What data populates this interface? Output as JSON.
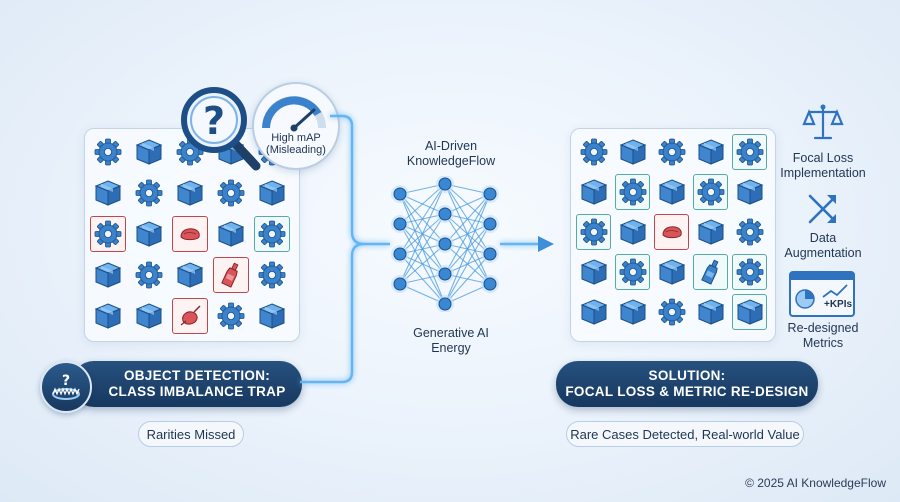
{
  "left_panel": {
    "title_line1": "OBJECT DETECTION:",
    "title_line2": "CLASS IMBALANCE TRAP",
    "tag": "Rarities Missed",
    "gauge_line1": "High mAP",
    "gauge_line2": "(Misleading)",
    "grid": [
      [
        "gear",
        "box",
        "gear",
        "box",
        "gear"
      ],
      [
        "box",
        "gear",
        "box",
        "gear",
        "box"
      ],
      [
        "gear-r",
        "box",
        "rare-r",
        "box",
        "gear-t"
      ],
      [
        "box",
        "gear",
        "box",
        "bottle-r",
        "gear"
      ],
      [
        "box",
        "box",
        "rare2-r",
        "gear",
        "box"
      ]
    ]
  },
  "center": {
    "top_line1": "AI-Driven",
    "top_line2": "KnowledgeFlow",
    "bottom_line1": "Generative AI",
    "bottom_line2": "Energy"
  },
  "right_panel": {
    "title_line1": "SOLUTION:",
    "title_line2": "FOCAL LOSS & METRIC RE-DESIGN",
    "tag": "Rare Cases Detected, Real-world Value",
    "grid": [
      [
        "gear",
        "box",
        "gear",
        "box",
        "gear-t"
      ],
      [
        "box",
        "gear-t",
        "box",
        "gear-t",
        "box"
      ],
      [
        "gear-t",
        "box",
        "rare-r",
        "box",
        "gear"
      ],
      [
        "box",
        "gear-t",
        "box",
        "bottle-t",
        "gear-t"
      ],
      [
        "box",
        "box",
        "gear",
        "box",
        "box-t"
      ]
    ]
  },
  "features": [
    {
      "icon": "scales-icon",
      "line1": "Focal Loss",
      "line2": "Implementation"
    },
    {
      "icon": "cross-arrows-icon",
      "line1": "Data",
      "line2": "Augmentation"
    },
    {
      "icon": "dashboard-icon",
      "line1": "Re-designed",
      "line2": "Metrics",
      "badge": "+KPIs"
    }
  ],
  "footer": "© 2025 AI KnowledgeFlow",
  "colors": {
    "accent": "#2f7fd0",
    "dark": "#17385f",
    "red": "#c0464c",
    "teal": "#58a8a8"
  }
}
